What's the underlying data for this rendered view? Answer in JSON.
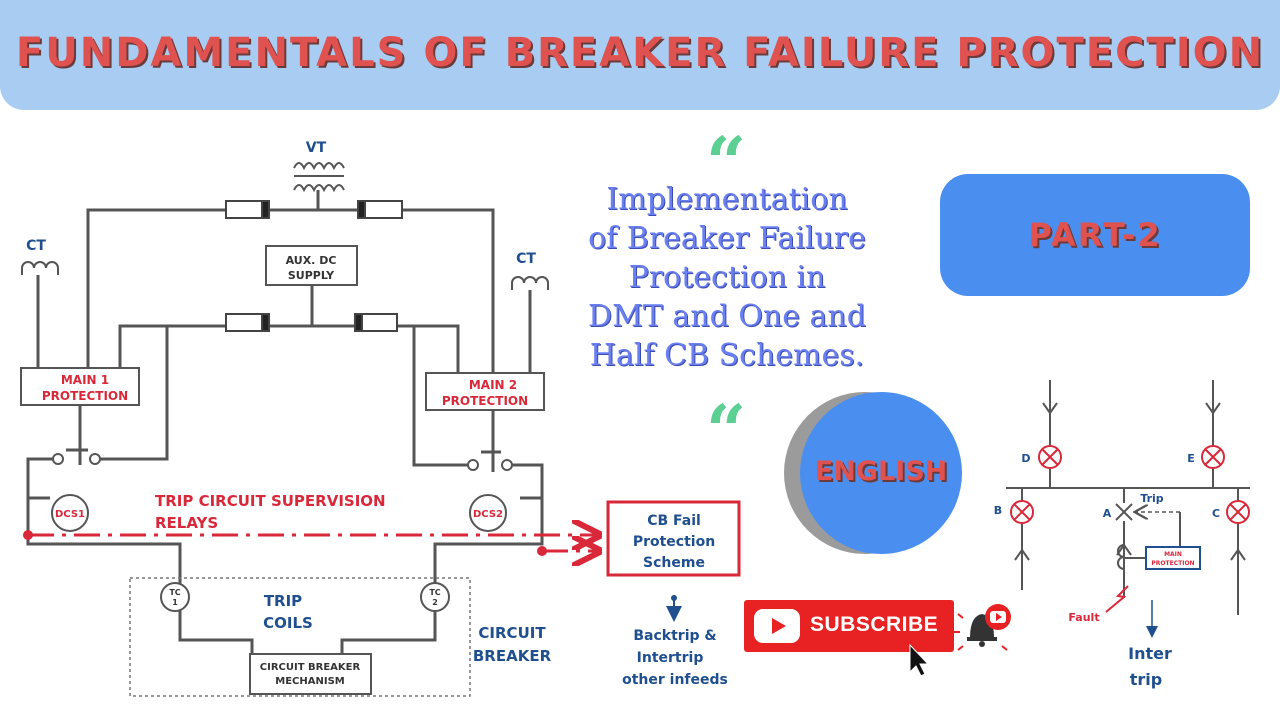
{
  "header": {
    "title": "FUNDAMENTALS OF BREAKER FAILURE PROTECTION"
  },
  "main": {
    "implementation_lines": [
      "Implementation",
      "of Breaker Failure",
      "Protection in",
      "DMT and One and",
      "Half CB Schemes."
    ],
    "part_label": "PART-2",
    "language_label": "ENGLISH",
    "subscribe_label": "SUBSCRIBE"
  },
  "diagram_left": {
    "vt_label": "VT",
    "ct_label": "CT",
    "aux_dc_line1": "AUX. DC",
    "aux_dc_line2": "SUPPLY",
    "main1_line1": "MAIN 1",
    "main1_line2": "PROTECTION",
    "main2_line1": "MAIN 2",
    "main2_line2": "PROTECTION",
    "dcs1": "DCS1",
    "dcs2": "DCS2",
    "tcs_line1": "TRIP CIRCUIT SUPERVISION",
    "tcs_line2": "RELAYS",
    "tc1_a": "TC",
    "tc1_b": "1",
    "tc2_a": "TC",
    "tc2_b": "2",
    "trip_coils_line1": "TRIP",
    "trip_coils_line2": "COILS",
    "mechanism_line1": "CIRCUIT BREAKER",
    "mechanism_line2": "MECHANISM",
    "circuit_breaker_line1": "CIRCUIT",
    "circuit_breaker_line2": "BREAKER",
    "cbfail_line1": "CB Fail",
    "cbfail_line2": "Protection",
    "cbfail_line3": "Scheme",
    "backtrip_line1": "Backtrip &",
    "backtrip_line2": "Intertrip",
    "backtrip_line3": "other  infeeds"
  },
  "diagram_right": {
    "d": "D",
    "e": "E",
    "b": "B",
    "a": "A",
    "c": "C",
    "trip": "Trip",
    "main_prot_line1": "MAIN",
    "main_prot_line2": "PROTECTION",
    "fault": "Fault",
    "inter_line1": "Inter",
    "inter_line2": "trip"
  },
  "colors": {
    "accent_red": "#e0524f",
    "banner_blue": "#a9cdf2",
    "box_blue": "#4a8ff0",
    "quote_green": "#5ccf93",
    "subscribe_red": "#e82222"
  }
}
